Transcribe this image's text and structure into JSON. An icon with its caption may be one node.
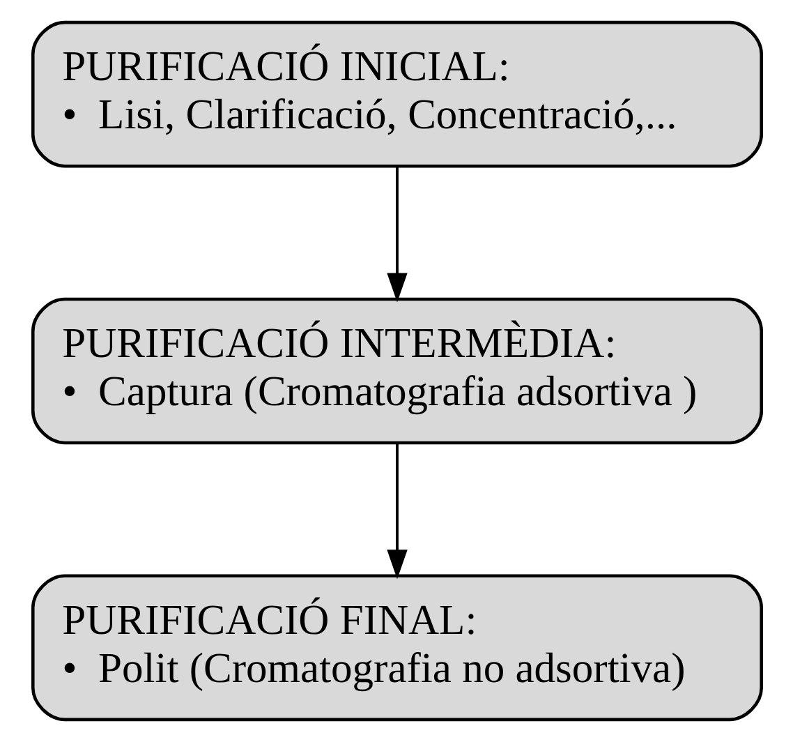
{
  "diagram": {
    "nodes": [
      {
        "text": [
          "PURIFICACIÓ INICIAL:",
          "•  Lisi, Clarificació, Concentració,..."
        ]
      },
      {
        "text": [
          "PURIFICACIÓ INTERMÈDIA:",
          "•  Captura (Cromatografia adsortiva )"
        ]
      },
      {
        "text": [
          "PURIFICACIÓ FINAL:",
          "•  Polit (Cromatografia no adsortiva)"
        ]
      }
    ],
    "edges": [
      {
        "from": 0,
        "to": 1,
        "arrow": "to"
      },
      {
        "from": 1,
        "to": 2,
        "arrow": "to"
      }
    ]
  }
}
